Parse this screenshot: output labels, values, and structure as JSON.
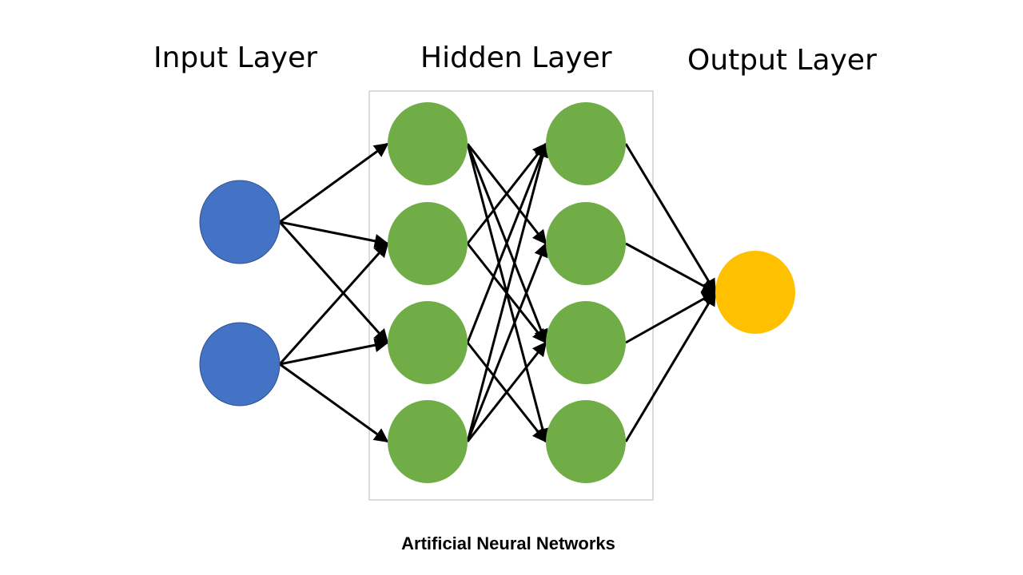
{
  "titles": {
    "input": "Input Layer",
    "hidden": "Hidden Layer",
    "output": "Output Layer"
  },
  "caption": "Artificial Neural Networks",
  "colors": {
    "input": "#4472C4",
    "hidden": "#70AD47",
    "output": "#FFC000",
    "edge": "#000000",
    "box": "#B7B7B7"
  },
  "network": {
    "layers": [
      {
        "name": "input",
        "count": 2
      },
      {
        "name": "hidden1",
        "count": 4
      },
      {
        "name": "hidden2",
        "count": 4
      },
      {
        "name": "output",
        "count": 1
      }
    ],
    "edges": [
      [
        "input-0",
        "hidden1-0"
      ],
      [
        "input-0",
        "hidden1-1"
      ],
      [
        "input-0",
        "hidden1-2"
      ],
      [
        "input-1",
        "hidden1-1"
      ],
      [
        "input-1",
        "hidden1-2"
      ],
      [
        "input-1",
        "hidden1-3"
      ],
      [
        "hidden1-0",
        "hidden2-1"
      ],
      [
        "hidden1-0",
        "hidden2-2"
      ],
      [
        "hidden1-0",
        "hidden2-3"
      ],
      [
        "hidden1-1",
        "hidden2-0"
      ],
      [
        "hidden1-1",
        "hidden2-2"
      ],
      [
        "hidden1-2",
        "hidden2-0"
      ],
      [
        "hidden1-2",
        "hidden2-3"
      ],
      [
        "hidden1-3",
        "hidden2-0"
      ],
      [
        "hidden1-3",
        "hidden2-1"
      ],
      [
        "hidden1-3",
        "hidden2-2"
      ],
      [
        "hidden2-0",
        "output-0"
      ],
      [
        "hidden2-1",
        "output-0"
      ],
      [
        "hidden2-2",
        "output-0"
      ],
      [
        "hidden2-3",
        "output-0"
      ]
    ]
  }
}
